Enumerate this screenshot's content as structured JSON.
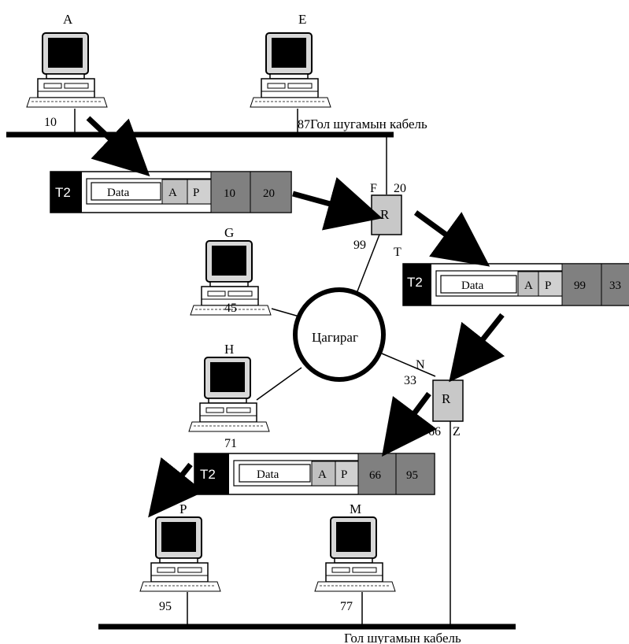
{
  "hosts": {
    "A": {
      "name": "A",
      "port": "10"
    },
    "E": {
      "name": "E",
      "port": "87"
    },
    "G": {
      "name": "G",
      "port": "45"
    },
    "H": {
      "name": "H",
      "port": "71"
    },
    "P": {
      "name": "P",
      "port": "95"
    },
    "M": {
      "name": "M",
      "port": "77"
    }
  },
  "routers": {
    "r1": {
      "label": "R",
      "top_port": "F",
      "top_num": "20",
      "left_num": "99",
      "right_port": "T"
    },
    "r2": {
      "label": "R",
      "top_port": "N",
      "left_num": "33",
      "bottom_num": "66",
      "bottom_port": "Z"
    }
  },
  "cloud": {
    "label": "Цагираг"
  },
  "cables": {
    "top": "Гол шугамын кабель",
    "bottom": "Гол шугамын кабель"
  },
  "packets": [
    {
      "t2": "T2",
      "data": "Data",
      "a": "A",
      "p": "P",
      "src": "10",
      "dst": "20"
    },
    {
      "t2": "T2",
      "data": "Data",
      "a": "A",
      "p": "P",
      "src": "99",
      "dst": "33"
    },
    {
      "t2": "T2",
      "data": "Data",
      "a": "A",
      "p": "P",
      "src": "66",
      "dst": "95"
    }
  ]
}
